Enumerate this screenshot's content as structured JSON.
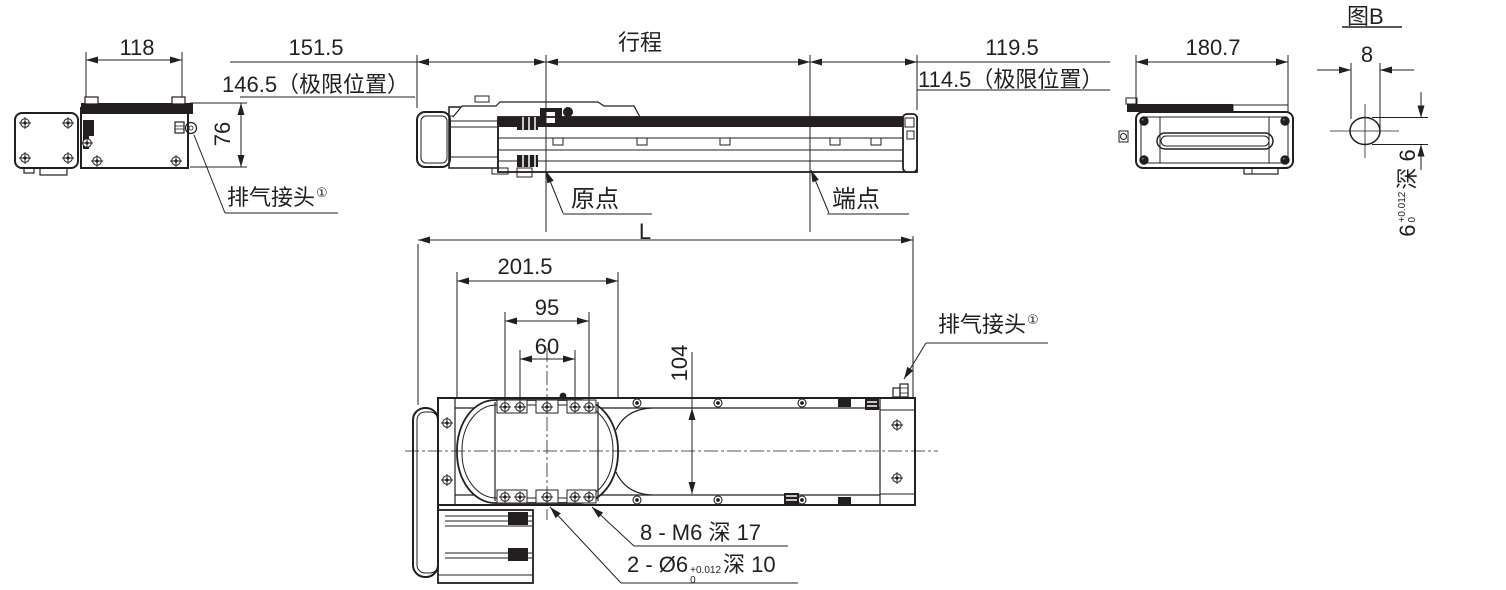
{
  "colors": {
    "line": "#231f20",
    "background": "#ffffff"
  },
  "left_view": {
    "dim_width": "118",
    "dim_height": "76",
    "exhaust_label": "排气接头",
    "exhaust_footnote": "①"
  },
  "main_view": {
    "dim_left": "151.5",
    "dim_left_limit": "146.5（极限位置）",
    "dim_stroke": "行程",
    "dim_right": "119.5",
    "dim_right_limit": "114.5（极限位置）",
    "origin_label": "原点",
    "end_label": "端点"
  },
  "end_view": {
    "dim_width": "180.7"
  },
  "figure_b": {
    "title": "图B",
    "dim_width": "8",
    "hole_dim_value": "6",
    "hole_tol_upper": "+0.012",
    "hole_tol_lower": "0",
    "hole_depth": "深 6"
  },
  "top_view": {
    "dim_total": "L",
    "dim_carriage": "201.5",
    "dim_holes_outer": "95",
    "dim_holes_inner": "60",
    "dim_body_width": "104",
    "exhaust_label": "排气接头",
    "exhaust_footnote": "①",
    "thread_note": "8 - M6 深 17",
    "dowel_note_prefix": "2 - Ø6",
    "dowel_tol_upper": "+0.012",
    "dowel_tol_lower": "0",
    "dowel_note_suffix": "深 10"
  }
}
